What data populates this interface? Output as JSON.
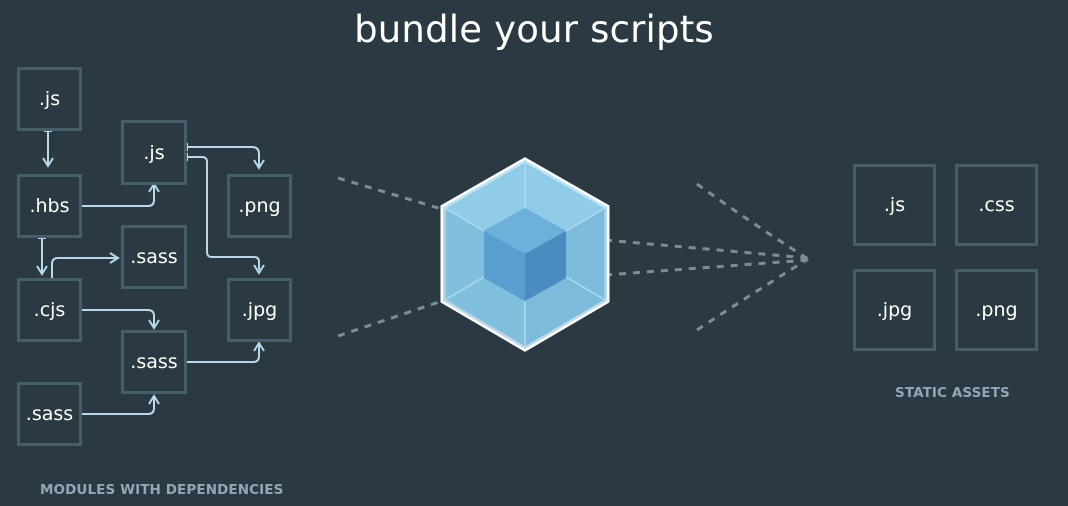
{
  "title": "bundle your scripts",
  "modules": {
    "caption": "MODULES WITH DEPENDENCIES",
    "boxes": {
      "js_top": ".js",
      "js_mid": ".js",
      "hbs": ".hbs",
      "png": ".png",
      "sass_a": ".sass",
      "cjs": ".cjs",
      "jpg": ".jpg",
      "sass_b": ".sass",
      "sass_c": ".sass"
    }
  },
  "assets": {
    "caption": "STATIC ASSETS",
    "boxes": {
      "js": ".js",
      "css": ".css",
      "jpg": ".jpg",
      "png": ".png"
    }
  },
  "colors": {
    "background": "#2b3a42",
    "box_border": "#465e69",
    "arrow": "#b9d9ea",
    "dashes": "#7d8d96",
    "caption": "#8fa8b8",
    "cube_light": "#8dc8e6",
    "cube_dark": "#5599c8"
  }
}
